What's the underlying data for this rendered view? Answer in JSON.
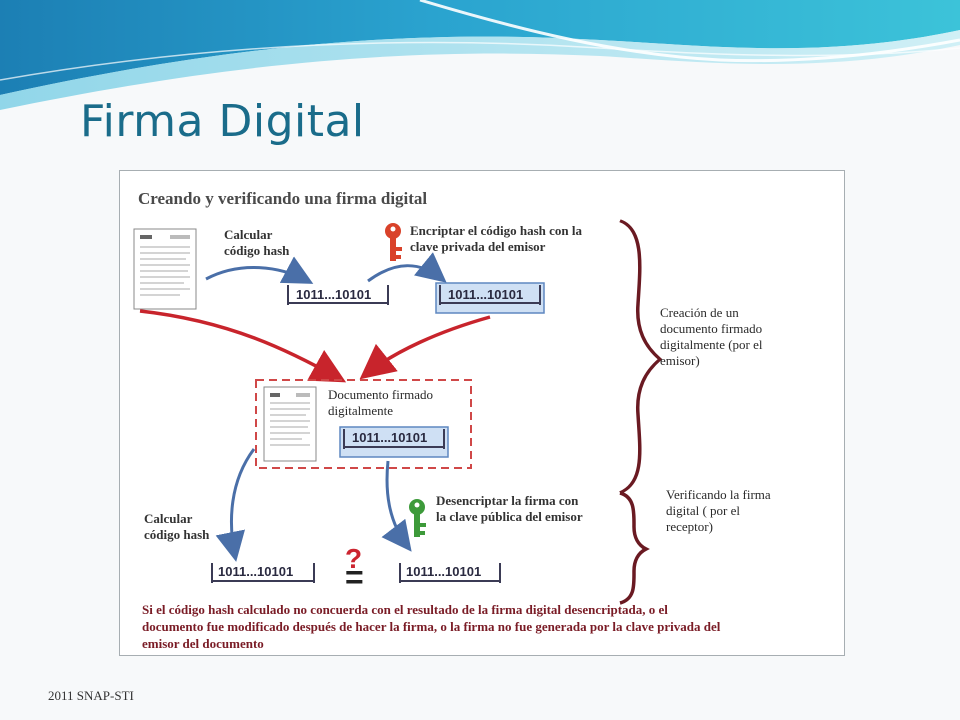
{
  "slide": {
    "title": "Firma Digital",
    "footer": "2011 SNAP-STI"
  },
  "diagram": {
    "heading": "Creando y verificando una firma digital",
    "step_hash_1": [
      "Calcular",
      "código hash"
    ],
    "step_encrypt": [
      "Encriptar el código hash con la",
      "clave privada del emisor"
    ],
    "binary_code": "1011...10101",
    "signed_doc": [
      "Documento firmado",
      "digitalmente"
    ],
    "step_hash_2": [
      "Calcular",
      "código hash"
    ],
    "step_decrypt": [
      "Desencriptar la firma con",
      "la clave pública del emisor"
    ],
    "question_mark": "?",
    "equals_sign": "=",
    "bracket_creation": [
      "Creación de un",
      "documento firmado",
      "digitalmente (por el",
      "emisor)"
    ],
    "bracket_verify": [
      "Verificando la firma",
      "digital ( por el",
      "receptor)"
    ],
    "footnote": [
      "Si el código hash calculado no concuerda con el resultado de la firma digital desencriptada, o el",
      "documento fue modificado después de hacer la firma, o la firma no fue generada por la clave privada del",
      "emisor del documento"
    ]
  },
  "colors": {
    "title": "#1a6c8a",
    "arrow_red": "#c8242c",
    "arrow_blue": "#4a6fa8",
    "key_red": "#d9422a",
    "key_green": "#3d9a3a",
    "highlight_box": "#cfe0f4",
    "dashed_border": "#d04848",
    "footnote_text": "#7a1c26"
  },
  "icons": [
    "document-icon",
    "red-key-icon",
    "green-key-icon"
  ]
}
